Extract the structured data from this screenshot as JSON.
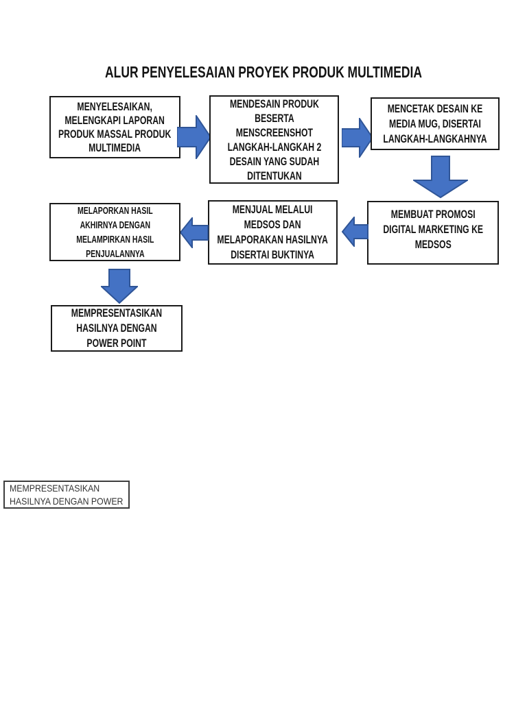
{
  "title": "ALUR PENYELESAIAN PROYEK PRODUK MULTIMEDIA",
  "colors": {
    "page_background": "#ffffff",
    "box_border": "#1a1a1a",
    "text": "#141414",
    "arrow_fill": "#4472C4",
    "arrow_stroke": "#2F5597"
  },
  "flowchart": {
    "steps": [
      {
        "id": 1,
        "text": "MENYELESAIKAN,\nMELENGKAPI LAPORAN\nPRODUK MASSAL PRODUK\nMULTIMEDIA"
      },
      {
        "id": 2,
        "text": "MENDESAIN PRODUK\nBESERTA\nMENSCREENSHOT\nLANGKAH-LANGKAH 2\nDESAIN YANG SUDAH\nDITENTUKAN"
      },
      {
        "id": 3,
        "text": "MENCETAK DESAIN KE\nMEDIA MUG, DISERTAI\nLANGKAH-LANGKAHNYA"
      },
      {
        "id": 4,
        "text": "MEMBUAT PROMOSI\nDIGITAL MARKETING KE\nMEDSOS"
      },
      {
        "id": 5,
        "text": "MENJUAL MELALUI\nMEDSOS DAN\nMELAPORAKAN HASILNYA\nDISERTAI BUKTINYA"
      },
      {
        "id": 6,
        "text": "MELAPORKAN HASIL\nAKHIRNYA DENGAN\nMELAMPIRKAN HASIL\nPENJUALANNYA"
      },
      {
        "id": 7,
        "text": "MEMPRESENTASIKAN\nHASILNYA DENGAN\nPOWER POINT"
      }
    ],
    "arrows": [
      {
        "from": 1,
        "to": 2,
        "direction": "right"
      },
      {
        "from": 2,
        "to": 3,
        "direction": "right"
      },
      {
        "from": 3,
        "to": 4,
        "direction": "down"
      },
      {
        "from": 4,
        "to": 5,
        "direction": "left"
      },
      {
        "from": 5,
        "to": 6,
        "direction": "left"
      },
      {
        "from": 6,
        "to": 7,
        "direction": "down"
      }
    ]
  },
  "caption_box": {
    "text": "MEMPRESENTASIKAN\nHASILNYA DENGAN POWER"
  }
}
